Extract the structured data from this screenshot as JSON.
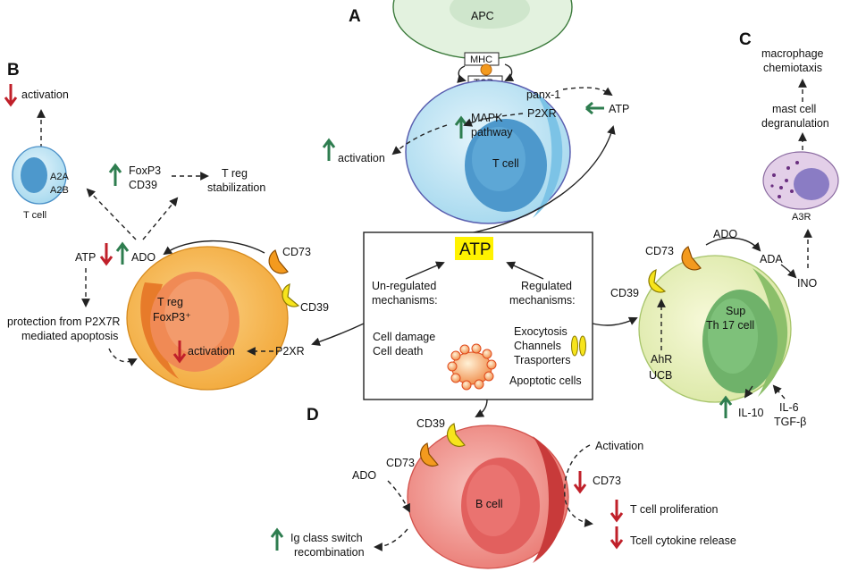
{
  "panels": {
    "a": "A",
    "b": "B",
    "c": "C",
    "d": "D"
  },
  "colors": {
    "up_arrow": "#2e7d4f",
    "down_arrow": "#c0202a",
    "atp_highlight": "#fff200",
    "cd73": "#f39a1e",
    "cd39": "#f7e41c"
  },
  "icons": {
    "up": "green-up-arrow-icon",
    "down": "red-down-arrow-icon"
  },
  "center": {
    "atp_label": "ATP",
    "unreg_1": "Un-regulated",
    "unreg_2": "mechanisms:",
    "reg_1": "Regulated",
    "reg_2": "mechanisms:",
    "cell_damage": "Cell damage",
    "cell_death": "Cell death",
    "exocytosis": "Exocytosis",
    "channels": "Channels",
    "transporters": "Trasporters",
    "apoptotic": "Apoptotic cells"
  },
  "panel_a": {
    "apc": "APC",
    "mhc": "MHC",
    "tcr": "TCR",
    "panx": "panx-1",
    "p2xr": "P2XR",
    "atp": "ATP",
    "mapk": "MAPK",
    "pathway": "pathway",
    "tcell": "T cell",
    "activation": "activation"
  },
  "panel_b": {
    "activation_top": "activation",
    "a2a": "A2A",
    "a2b": "A2B",
    "tcell": "T cell",
    "foxp3": "FoxP3",
    "cd39": "CD39",
    "treg_1": "T reg",
    "treg_2": "stabilization",
    "atp": "ATP",
    "ado": "ADO",
    "cd73": "CD73",
    "cd39_b": "CD39",
    "treg_cell_1": "T reg",
    "treg_cell_2": "FoxP3⁺",
    "activation_cell": "activation",
    "p2xr": "P2XR",
    "protection_1": "protection from P2X7R",
    "protection_2": "mediated apoptosis"
  },
  "panel_c": {
    "macro_1": "macrophage",
    "macro_2": "chemiotaxis",
    "mast_1": "mast cell",
    "mast_2": "degranulation",
    "a3r": "A3R",
    "ado": "ADO",
    "cd73": "CD73",
    "ada": "ADA",
    "ino": "INO",
    "cd39": "CD39",
    "sup_1": "Sup",
    "sup_2": "Th 17 cell",
    "ahr": "AhR",
    "ucb": "UCB",
    "il10": "IL-10",
    "il6": "IL-6",
    "tgfb": "TGF-β"
  },
  "panel_d": {
    "cd39": "CD39",
    "cd73": "CD73",
    "ado": "ADO",
    "bcell": "B cell",
    "activation": "Activation",
    "cd73_right": "CD73",
    "tprolif": "T cell proliferation",
    "tcyto": "Tcell cytokine release",
    "ig_1": "Ig class switch",
    "ig_2": "recombination"
  }
}
